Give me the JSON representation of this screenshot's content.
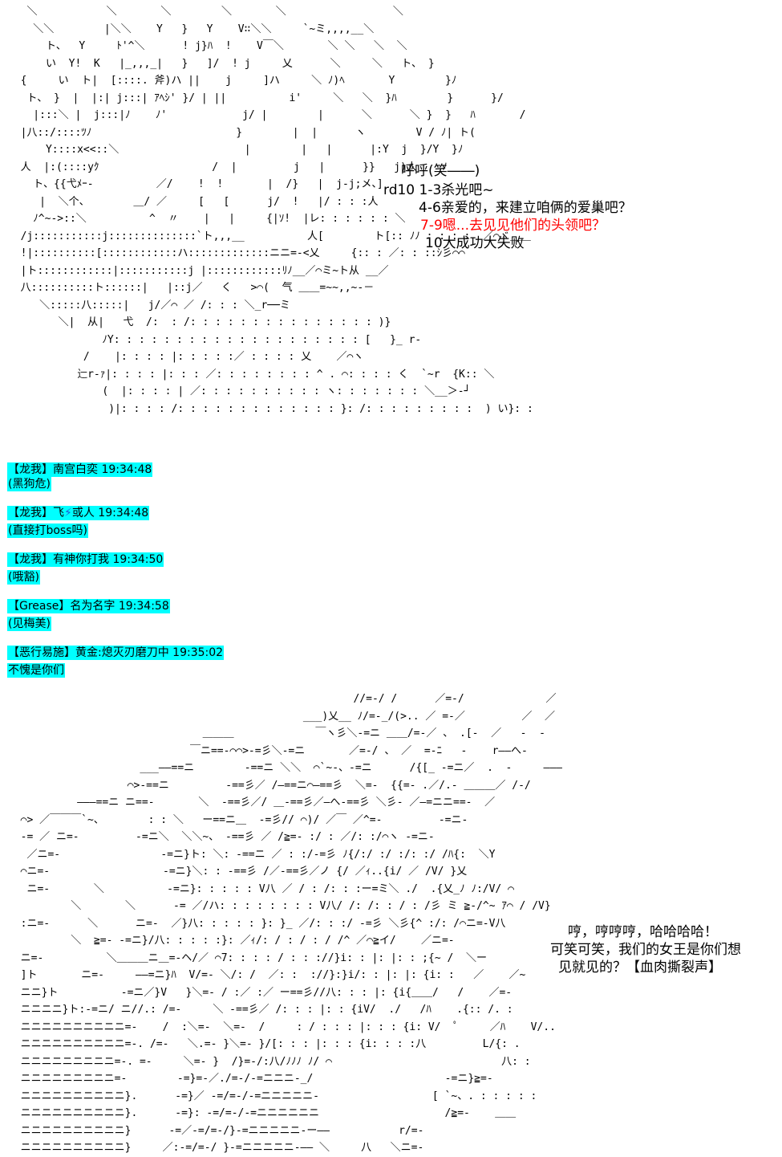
{
  "top_art_lines": [
    "   ＼           ＼       ＼        ＼       ＼                 ＼",
    "    ＼＼        |＼＼    Y   }   Y    V∷＼＼     `~ミ,,,,__＼",
    "      ト、  Y     ﾄ'^＼      ! j}ﾊ  !    V￣＼       ＼ ＼   ＼  ＼",
    "      い  Y!  K   |_,,,_|   }   ]/  ! j     乂      ＼     ＼   ト、 }",
    "  {     い  ト|  [::::. 斧)ハ ||    j     ]ハ     ＼ ﾉ)ﾍ       Y        }ﾉ",
    "   ト、 }  |  |:| j:::| ｱﾍｼ' }/ | ||          i'     ＼   ＼  }ﾊ        }      }/",
    "    |:::＼ |  j:::|ﾉ    ﾉ'            j/ |        |      ＼      ＼ }  }   ﾊ       /",
    "  |八::/::::ﾂﾉ                       }        |  |      ヽ        V / ﾉ| ト(",
    "      Y::::x<<::＼                    |        |   |      |:Y  j  }/Y  }ﾉ      呼呼(笑――)",
    "  人  |:(::::yｸ                  /  |         j   |      }}   j)人    ﾉ      rd10 1-3杀光吧~",
    "    ト、{{弋ﾒｰ-          ／/    !  !       |  /}   |  j-j;メ、]",
    "     |  ＼个、       ＿/ ／     [   [      j/  !   |/ : : :人",
    "    ﾉ^~->::＼          ^  〃    |   |     {|ｿ!  |レ: : : : : : ＼",
    "  /j:::::::::::j::::::::::::::`ト,,,__          人[        ト[:: ﾉﾉ : : : :  ／⌒ヾ＿＿",
    "  !|::::::::::[::::::::::::ハ:::::::::::::ニニ=-<乂     {:: : ／: : ::ｼ彡⌒⌒",
    "  |ト::::::::::::|:::::::::::j |::::::::::::ﾘﾉ__／⌒ミ~ト从 __／",
    "  八::::::::::ト::::::|   |::j／   く   >⌒(  气 ＿＿=~~,,~-－",
    "     ＼:::::八:::::|   j/／⌒ ／ /: : : ＼_r──ミ",
    "        ＼|  从|   弋  /:  : /: : : : : : : : : : : : : : : )}",
    "               ﾉY: : : : : : : : : : : : : : : : : : : : [   }_ r-",
    "            /    |: : : : |: : : : :／ : : : : 乂    ／⌒ヽ",
    "           辷r-ｧ|: : : : |: : : ／: : : : : : : : ^ . ⌒: : : : く  `~r  {K:: ＼",
    "               (  |: : : : | ／: : : : : : : : : : ヽ: : : : : : : ＼__＞-┘",
    "                )|: : : : /: : : : : : : : : : : : : }: /: : : : : : : : :  ) い}: :"
  ],
  "top_captions": {
    "line1": "呼呼(笑――)",
    "line2": "rd10 1-3杀光吧~",
    "line3": "4-6亲爱的，来建立咱俩的爱巢吧？",
    "line4": "7-9嗯...去见见他们的头领吧？",
    "line5": "10大成功大失败"
  },
  "chat": [
    {
      "main": "【龙我】南宫白奕 19:34:48",
      "sub": "(黑狗危)"
    },
    {
      "main_prefix": "【龙我】飞",
      "bolt": "⚡",
      "main_suffix": "或人 19:34:48",
      "sub": "(直接打boss吗)"
    },
    {
      "main": "【龙我】有神你打我 19:34:50",
      "sub": "(哦豁)"
    },
    {
      "main": "【Grease】名为名字 19:34:58",
      "sub": "(见梅美)"
    },
    {
      "main": "【恶行易施】黄金:熄灭刃磨刀中 19:35:02",
      "sub": "不愧是你们"
    }
  ],
  "bottom_art_lines": [
    "                                                       //=-/ /      ／=-/             ／",
    "                                               ___)乂__ ﾉ/=-_/(>.. ／ =-／         ／  ／",
    "                               ＿＿＿             ￣ヽ彡＼-=ニ ＿＿/=-／ 、 .[-  ／   -  -",
    "                             ￣ニ==-⌒⌒>-=彡＼-=ニ       ／=-/ 、 ／  =-ﾆ   -    r——へ-",
    "                     ___——==ニ        -==ニ ＼＼  ⌒`~-、-=ニ      /{[_ -=ニ／  .  -     ———",
    "                   ⌒>-==ニ         -==彡／ /—==ニ⌒—==彡  ＼=-  {{=- .／/.- ＿＿＿／ /-/",
    "           ———==ニ ニ==-       ＼  -==彡／/ ＿-==彡／—へ-==彡 ＼彡- ／—=ニニ==-  ／",
    "  ⌒> ／￣￣￣`~、       : : ＼   ー==ニ＿  -=彡// ⌒)/ ／￣ ／^=-         -=ニ-",
    "  -= ／ ニ=-         -=ニ＼  ＼＼~、 -==彡 ／ /≧=- :/ : ／/: :/⌒ヽ -=ニ-",
    "   ／ニ=-                -=ニ}ト: ＼: -==ニ ／ : :/-=彡 ﾉ{/:/ :/ :/: :/ /ﾊ{:  ＼Y",
    "  ⌒ニ=-                  -=ニ}＼: : -==彡 /／-==彡／ノ {/ ／ｨ..{i/ ／ /V/ }乂",
    "   ニ=-       ＼          -=ニ}: : : : : V八 ／ / : /: : :ー=ミ＼ ./  .{乂_ﾉ ﾉ:/V/ ⌒",
    "          ＼       ＼      -= ／/ハ: : : : : : : : V八/ /: /: : / : /彡 ミ ≧-/^~ ｱ⌒ / /V}",
    "  :ニ=-      ＼      ニ=-  ／}八: : : : : }: }_ ／/: : :/ -=彡 ＼彡{^ :/: /⌒ニ=-V八",
    "          ＼  ≧=- -=ニ}/八: : : : :}: ／ｨ/: / : / : / /^ ／⌒≧イ/    ／ニ=-",
    "  ニ=-          ＼＿＿＿ニ＿=-ヘ/／ ⌒7: : : : / : : ://}i: : |: |: : ;{~ /  ＼ー",
    "  ]ト       ニ=-     ——=ニ}ﾊ  V/=- ＼/: /  ／: :  ://}:}i/: : |: |: {i: :   ／    ／~",
    "  ニニ}ト          -=ニ／}V   }＼=- / :／ :／ ー==彡//八: : : |: {i{＿＿/   /    ／=-",
    "  ニニニニ}ト:-=ニ/ ニ//.: /=-     ＼ -==彡／ /: : : |: : {iV/  ./   /ﾊ    .{:: /. :",
    "  ニニニニニニニニニニ=-    /  :＼=-  ＼=-  /     : / : : : |: : : {i: V/  ﾟ     ／ﾊ    V/..",
    "  ニニニニニニニニニニ=-. /=-   ＼.=- }＼=- }/[: : : |: : : {i: : : :八         L/{: .",
    "  ニニニニニニニニニ=-. =-     ＼=- }  /}=-/:八/ﾉﾉﾉ ﾉ/ ⌒                           八: :",
    "  ニニニニニニニニニ=-        -=}=-／./=-/-=ニニニ-_/                     -=ニ}≧=-",
    "  ニニニニニニニニニニ}.      -=}／ -=/=-/-=ニニニニニ-                  [ `~、. : : : : :",
    "  ニニニニニニニニニニ}.      -=}: -=/=-/-=ニニニニニニ                    /≧=-    ＿＿",
    "  ニニニニニニニニニニ}      -=／-=/=-/}-=ニニニニニ-ー——           r/=-",
    "  ニニニニニニニニニニ}     ／:-=/=-/ }-=ニニニニニ-—— ＼     八   ＼ニ=-"
  ],
  "bottom_captions": {
    "line1": "哼，哼哼哼，哈哈哈哈！",
    "line2": "可笑可笑，我们的女王是你们想",
    "line3": "见就见的？【血肉撕裂声】"
  },
  "colors": {
    "highlight": "#00ffff",
    "red_text": "#ff0000",
    "bolt": "#1e5bd8"
  }
}
